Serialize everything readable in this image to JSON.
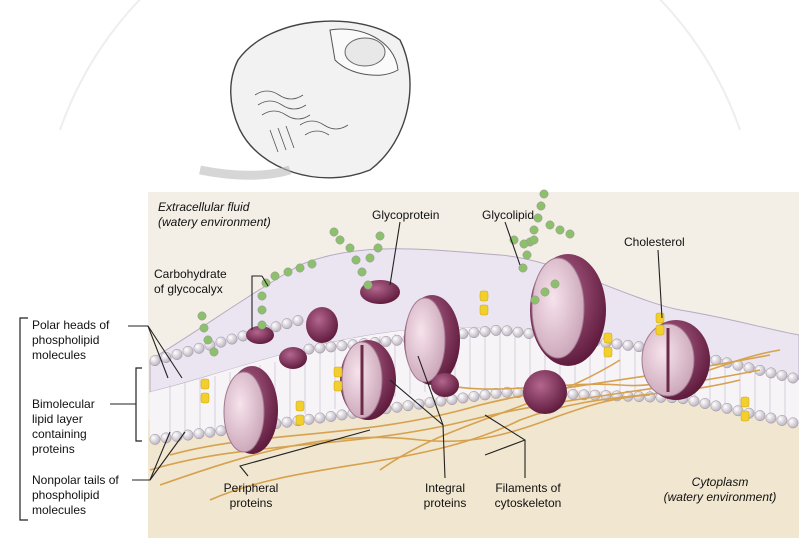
{
  "labels": {
    "extracellular_1": "Extracellular fluid",
    "extracellular_2": "(watery environment)",
    "glycoprotein": "Glycoprotein",
    "glycolipid": "Glycolipid",
    "cholesterol": "Cholesterol",
    "carbohydrate_1": "Carbohydrate",
    "carbohydrate_2": "of glycocalyx",
    "polar_1": "Polar heads of",
    "polar_2": "phospholipid",
    "polar_3": "molecules",
    "bimolecular_1": "Bimolecular",
    "bimolecular_2": "lipid layer",
    "bimolecular_3": "containing",
    "bimolecular_4": "proteins",
    "nonpolar_1": "Nonpolar tails of",
    "nonpolar_2": "phospholipid",
    "nonpolar_3": "molecules",
    "peripheral_1": "Peripheral",
    "peripheral_2": "proteins",
    "integral_1": "Integral",
    "integral_2": "proteins",
    "filaments_1": "Filaments of",
    "filaments_2": "cytoskeleton",
    "cytoplasm_1": "Cytoplasm",
    "cytoplasm_2": "(watery environment)"
  },
  "colors": {
    "background_panel": "#f0ebe0",
    "cytoplasm": "#f1e6cf",
    "membrane_surface": "#e9e2f0",
    "phospholipid_head": "#f4f1f4",
    "protein_face": "#eccbd8",
    "protein_dark": "#7a2a52",
    "carbohydrate_bead": "#8dc06a",
    "cholesterol": "#f2cf2c",
    "filament": "#d9a654"
  }
}
